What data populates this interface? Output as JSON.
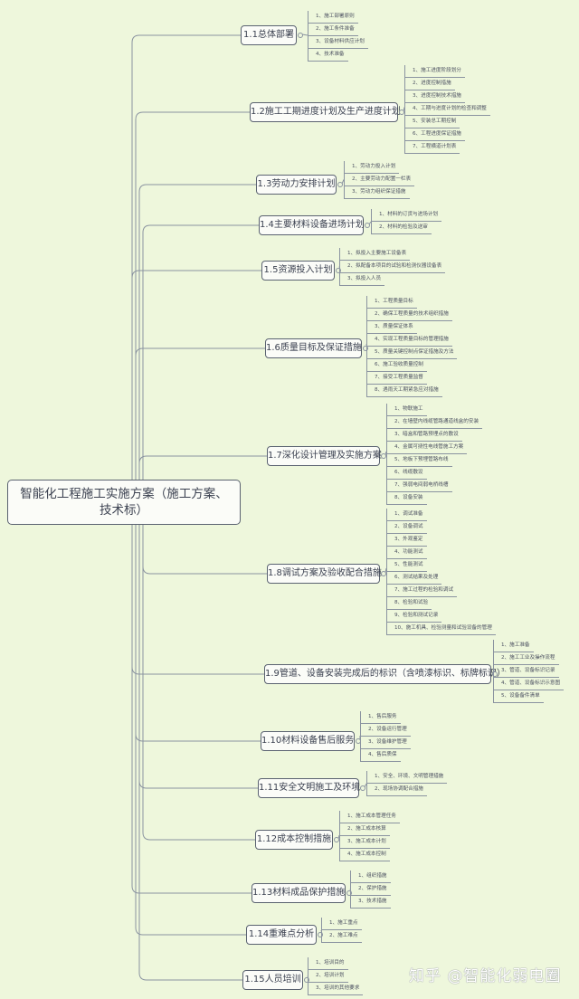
{
  "root": {
    "title": "智能化工程施工实施方案（施工方案、技术标）"
  },
  "branches": [
    {
      "label": "1.1总体部署",
      "children": [
        "1、施工部署原则",
        "2、施工条件准备",
        "3、设备材料供应计划",
        "4、技术准备"
      ]
    },
    {
      "label": "1.2施工工期进度计划及生产进度计划",
      "children": [
        "1、施工进度阶段划分",
        "2、进度控制措施",
        "3、进度控制技术措施",
        "4、工期与进度计划的检查和调整",
        "5、安装总工期控制",
        "6、工程进度保证措施",
        "7、工程横道计划表"
      ]
    },
    {
      "label": "1.3劳动力安排计划",
      "children": [
        "1、劳动力投入计划",
        "2、主要劳动力配置一栏表",
        "3、劳动力组织保证措施"
      ]
    },
    {
      "label": "1.4主要材料设备进场计划",
      "children": [
        "1、材料的订货与进场计划",
        "2、材料的检验及送审"
      ]
    },
    {
      "label": "1.5资源投入计划",
      "children": [
        "1、拟投入主要施工设备表",
        "2、拟配备本项目的试验和检测仪器设备表",
        "3、拟投入人员"
      ]
    },
    {
      "label": "1.6质量目标及保证措施",
      "children": [
        "1、工程质量目标",
        "2、确保工程质量的技术组织措施",
        "3、质量保证体系",
        "4、实现工程质量目标的管理措施",
        "5、质量关键控制点保证措施及方法",
        "6、施工验收质量控制",
        "7、接受工程质量监督",
        "8、遇雨天工期紧急应对措施"
      ]
    },
    {
      "label": "1.7深化设计管理及实施方案",
      "children": [
        "1、物联施工",
        "2、在墙壁内线缆管路通道线盒的安装",
        "3、暗盒和管路预埋点的敷设",
        "4、金属可挠性电线管施工方案",
        "5、地板下预埋管路布线",
        "6、线缆敷设",
        "7、强弱电间弱电桥线槽",
        "8、设备安装"
      ]
    },
    {
      "label": "1.8调试方案及验收配合措施",
      "children": [
        "1、调试准备",
        "2、设备调试",
        "3、外观鉴定",
        "4、功能测试",
        "5、性能测试",
        "6、测试结果及处理",
        "7、施工过程的检验和调试",
        "8、检验和试验",
        "9、检验和测试记录",
        "10、施工机具、检验测量和试验设备的管理"
      ]
    },
    {
      "label": "1.9管道、设备安装完成后的标识（含喷漆标识、标牌标识）",
      "children": [
        "1、施工准备",
        "2、施工工业及操作流程",
        "3、管道、设备标识记录",
        "4、管道、设备标识示意图",
        "5、设备备件清单"
      ]
    },
    {
      "label": "1.10材料设备售后服务",
      "children": [
        "1、售后服务",
        "2、设备运行管理",
        "3、设备维护管理",
        "4、售后质保"
      ]
    },
    {
      "label": "1.11安全文明施工及环境",
      "children": [
        "1、安全、环境、文明管理措施",
        "2、现场协调配合措施"
      ]
    },
    {
      "label": "1.12成本控制措施",
      "children": [
        "1、施工成本管理任务",
        "2、施工成本核算",
        "3、施工成本计划",
        "4、施工成本控制"
      ]
    },
    {
      "label": "1.13材料成品保护措施",
      "children": [
        "1、组织措施",
        "2、保护措施",
        "3、技术措施"
      ]
    },
    {
      "label": "1.14重难点分析",
      "children": [
        "1、施工重点",
        "2、施工难点"
      ]
    },
    {
      "label": "1.15人员培训",
      "children": [
        "1、培训目的",
        "2、培训计划",
        "3、培训的其他要求"
      ]
    }
  ],
  "watermark": "知乎 @智能化弱电圈"
}
